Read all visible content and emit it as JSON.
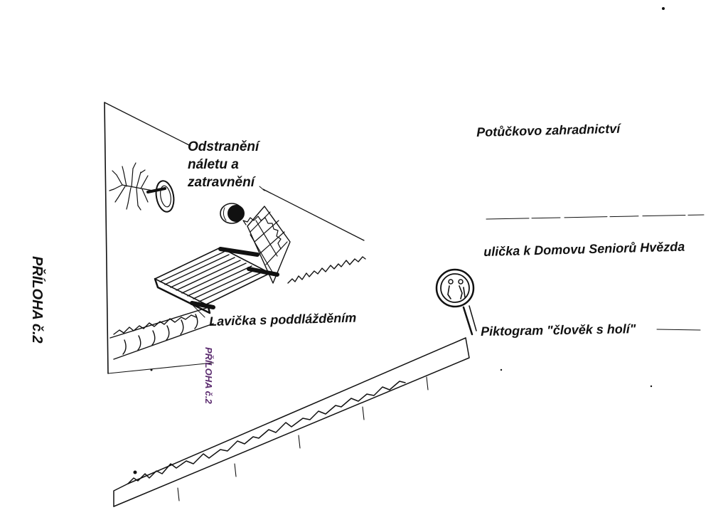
{
  "labels": {
    "odstraneni": [
      "Odstranění",
      "náletu a",
      "zatravnění"
    ],
    "potuckovo": "Potůčkovo zahradnictví",
    "ulicka": "ulička k Domovu Seniorů Hvězda",
    "piktogram": "Piktogram \"člověk s holí\"",
    "lavicka": "Lavička s poddlážděním",
    "priloha_main": "PŘÍLOHA č.2",
    "priloha_stamp": "PŘÍLOHA č.2"
  },
  "colors": {
    "ink": "#111111",
    "stamp": "#5a2a6e",
    "paper": "#ffffff"
  },
  "icons": {
    "tree": "tree-icon",
    "bin": "trash-bin-icon",
    "bench": "bench-icon",
    "sign": "pictogram-sign-icon"
  }
}
